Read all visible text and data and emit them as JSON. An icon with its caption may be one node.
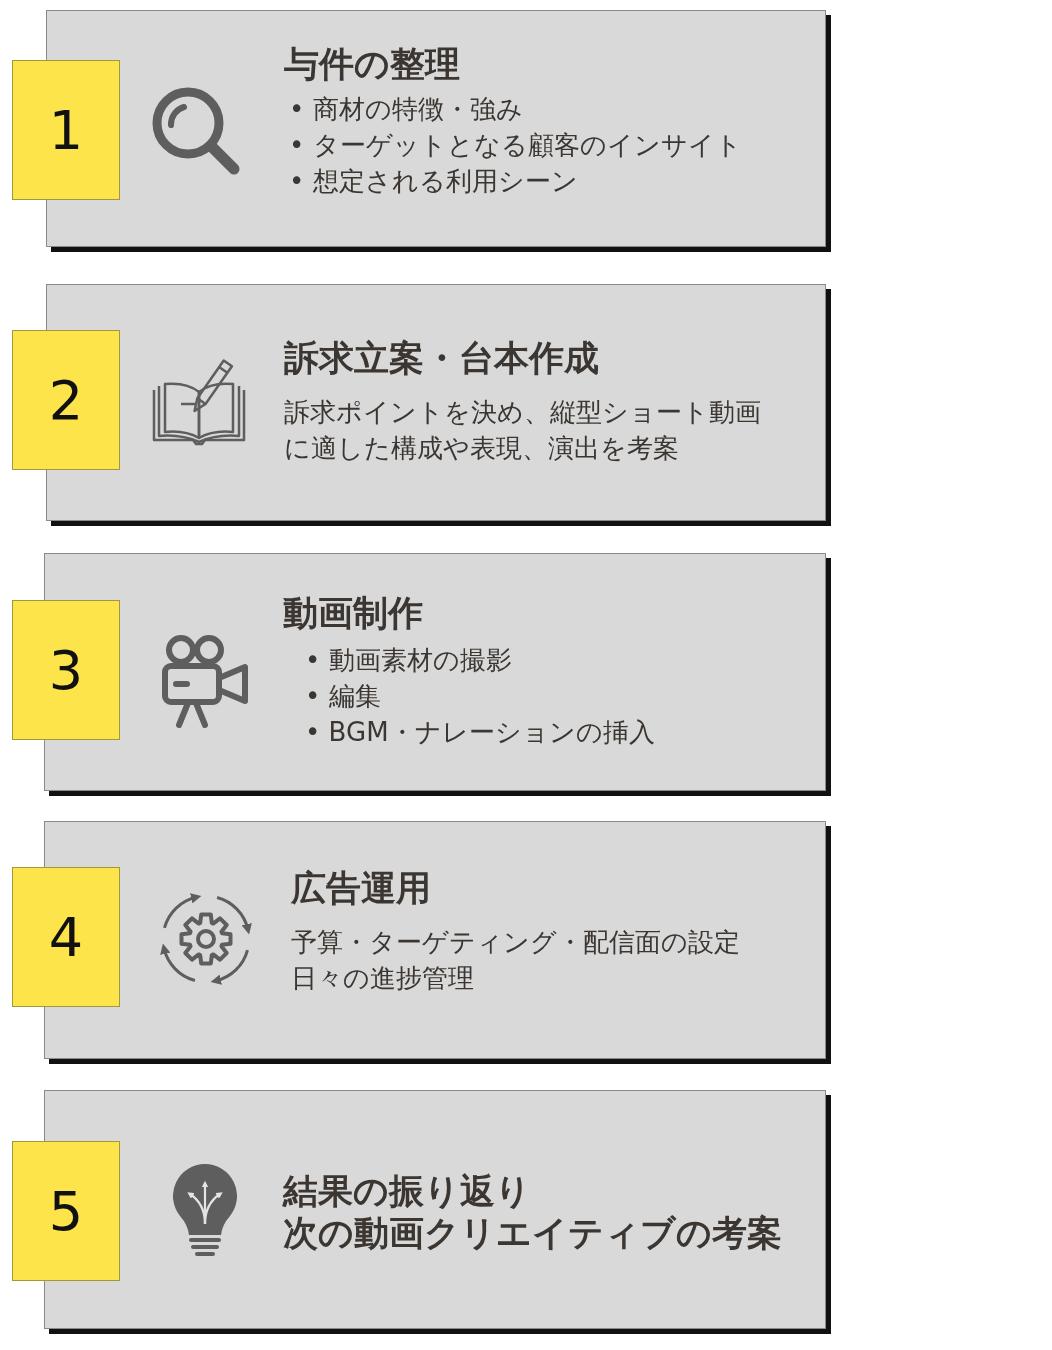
{
  "diagram": {
    "nodes": [
      {
        "text": [
          "1"
        ]
      },
      {
        "text": [
          "与件の整理",
          "• 商材の特徴・強み",
          "• ターゲットとなる顧客のインサイト",
          "• 想定される利用シーン"
        ]
      },
      {
        "text": [
          "2"
        ]
      },
      {
        "text": [
          "訴求立案・台本作成",
          "訴求ポイントを決め、縦型ショート動画に適した構成や表現、演出を考案"
        ]
      },
      {
        "text": [
          "3"
        ]
      },
      {
        "text": [
          "動画制作",
          "• 動画素材の撮影",
          "• 編集",
          "• BGM・ナレーションの挿入"
        ]
      },
      {
        "text": [
          "4"
        ]
      },
      {
        "text": [
          "広告運用",
          "予算・ターゲティング・配信面の設定",
          "日々の進捗管理"
        ]
      },
      {
        "text": [
          "5"
        ]
      },
      {
        "text": [
          "結果の振り返り",
          "次の動画クリエイティブの考案"
        ]
      }
    ]
  }
}
